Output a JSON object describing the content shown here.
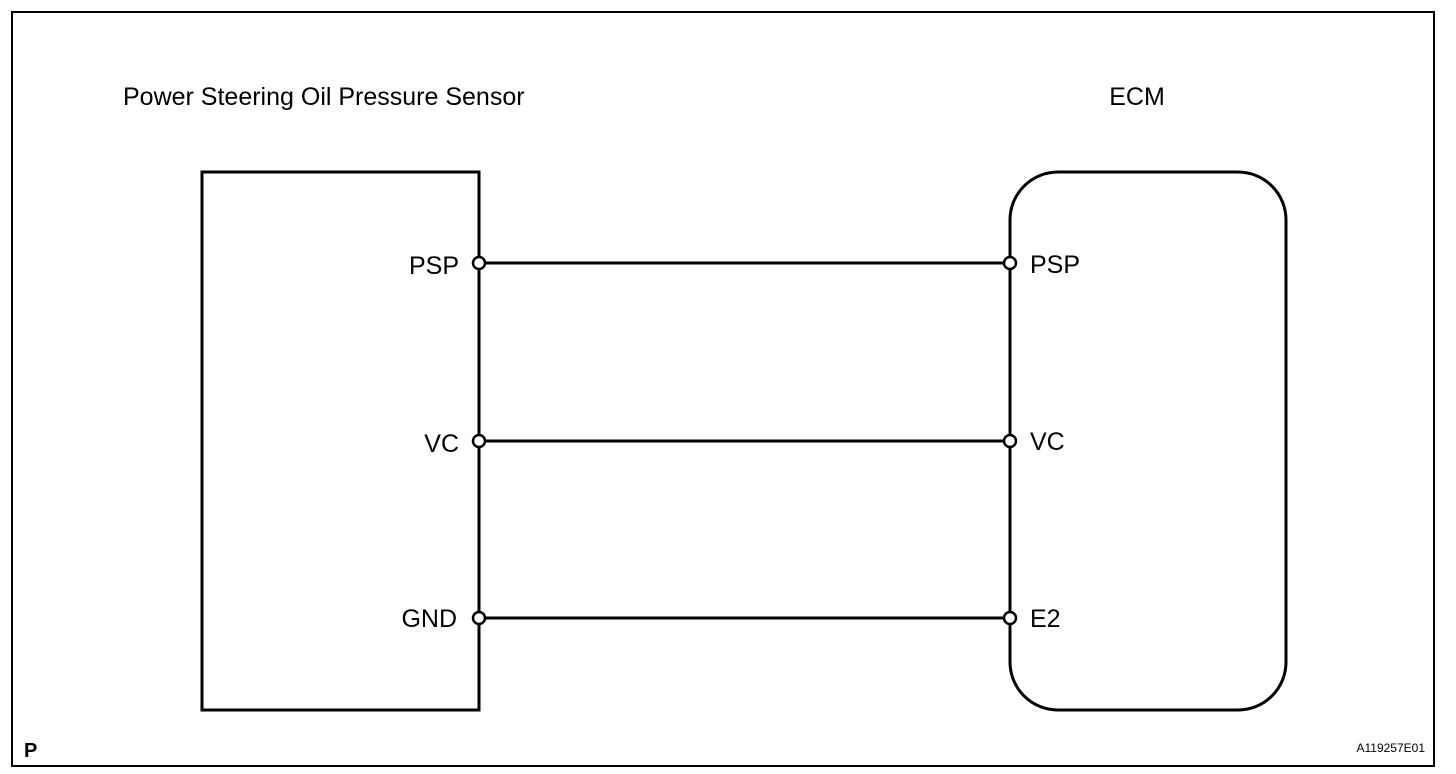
{
  "sensor": {
    "title": "Power Steering Oil Pressure Sensor",
    "pins": [
      "PSP",
      "VC",
      "GND"
    ]
  },
  "ecm": {
    "title": "ECM",
    "pins": [
      "PSP",
      "VC",
      "E2"
    ]
  },
  "connections": [
    {
      "from": "PSP",
      "to": "PSP"
    },
    {
      "from": "VC",
      "to": "VC"
    },
    {
      "from": "GND",
      "to": "E2"
    }
  ],
  "footer": {
    "corner_mark": "P",
    "figure_code": "A119257E01"
  }
}
